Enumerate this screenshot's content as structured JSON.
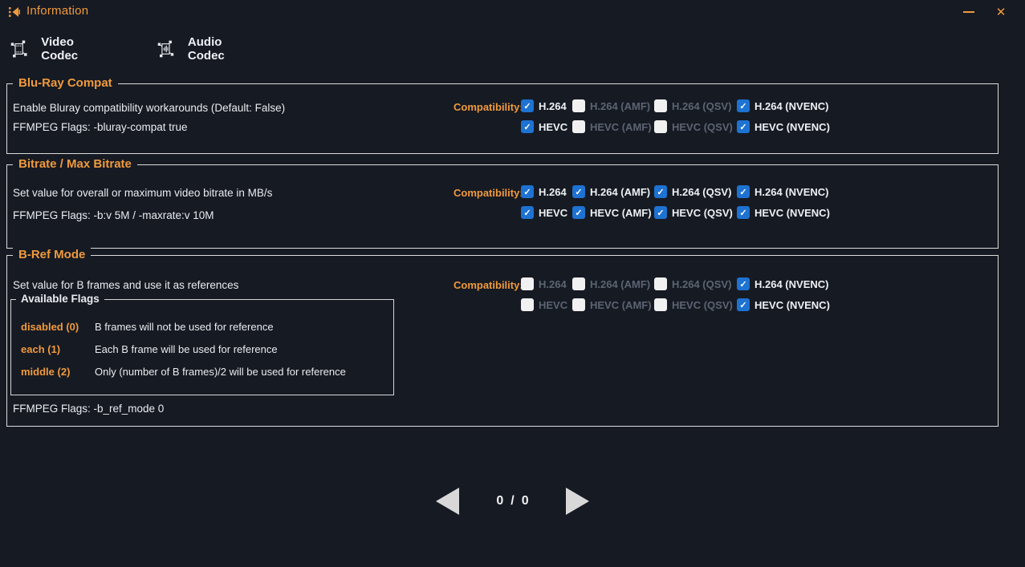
{
  "colors": {
    "background": "#161a23",
    "accent_orange": "#f09a3c",
    "checkbox_checked_blue": "#1e72d2",
    "disabled_text_gray": "#5c6472",
    "border_light": "#dcdcdc"
  },
  "window": {
    "title": "Information",
    "icon": "app-icon",
    "controls": {
      "minimize": "minimize-icon",
      "close_glyph": "✕"
    }
  },
  "tabs": [
    {
      "label": "Video Codec",
      "icon": "video-codec-icon"
    },
    {
      "label": "Audio Codec",
      "icon": "audio-codec-icon"
    }
  ],
  "sections": [
    {
      "title": "Blu-Ray Compat",
      "description": "Enable Bluray compatibility workarounds  (Default: False)",
      "ffmpeg_flags": "FFMPEG Flags: -bluray-compat true",
      "compatibility_label": "Compatibility:",
      "compatibility": [
        {
          "label": "H.264",
          "checked": true
        },
        {
          "label": "H.264 (AMF)",
          "checked": false
        },
        {
          "label": "H.264 (QSV)",
          "checked": false
        },
        {
          "label": "H.264 (NVENC)",
          "checked": true
        },
        {
          "label": "HEVC",
          "checked": true
        },
        {
          "label": "HEVC (AMF)",
          "checked": false
        },
        {
          "label": "HEVC (QSV)",
          "checked": false
        },
        {
          "label": "HEVC (NVENC)",
          "checked": true
        }
      ]
    },
    {
      "title": "Bitrate / Max Bitrate",
      "description": "Set value for overall or maximum video bitrate in MB/s",
      "ffmpeg_flags": "FFMPEG Flags: -b:v 5M / -maxrate:v 10M",
      "compatibility_label": "Compatibility:",
      "compatibility": [
        {
          "label": "H.264",
          "checked": true
        },
        {
          "label": "H.264 (AMF)",
          "checked": true
        },
        {
          "label": "H.264 (QSV)",
          "checked": true
        },
        {
          "label": "H.264 (NVENC)",
          "checked": true
        },
        {
          "label": "HEVC",
          "checked": true
        },
        {
          "label": "HEVC (AMF)",
          "checked": true
        },
        {
          "label": "HEVC (QSV)",
          "checked": true
        },
        {
          "label": "HEVC (NVENC)",
          "checked": true
        }
      ]
    },
    {
      "title": "B-Ref Mode",
      "description": "Set value for B frames and use it as references",
      "ffmpeg_flags": "FFMPEG Flags: -b_ref_mode 0",
      "compatibility_label": "Compatibility:",
      "available_flags": {
        "title": "Available Flags",
        "flags": [
          {
            "name": "disabled (0)",
            "description": "B frames will not be used for reference"
          },
          {
            "name": "each (1)",
            "description": "Each B frame will be used for reference"
          },
          {
            "name": "middle (2)",
            "description": "Only (number of B frames)/2 will be used for reference"
          }
        ]
      },
      "compatibility": [
        {
          "label": "H.264",
          "checked": false
        },
        {
          "label": "H.264 (AMF)",
          "checked": false
        },
        {
          "label": "H.264 (QSV)",
          "checked": false
        },
        {
          "label": "H.264 (NVENC)",
          "checked": true
        },
        {
          "label": "HEVC",
          "checked": false
        },
        {
          "label": "HEVC (AMF)",
          "checked": false
        },
        {
          "label": "HEVC (QSV)",
          "checked": false
        },
        {
          "label": "HEVC (NVENC)",
          "checked": true
        }
      ]
    }
  ],
  "pagination": {
    "prev_icon": "left-arrow-icon",
    "next_icon": "right-arrow-icon",
    "current": "0",
    "separator": "/",
    "total": "0"
  }
}
